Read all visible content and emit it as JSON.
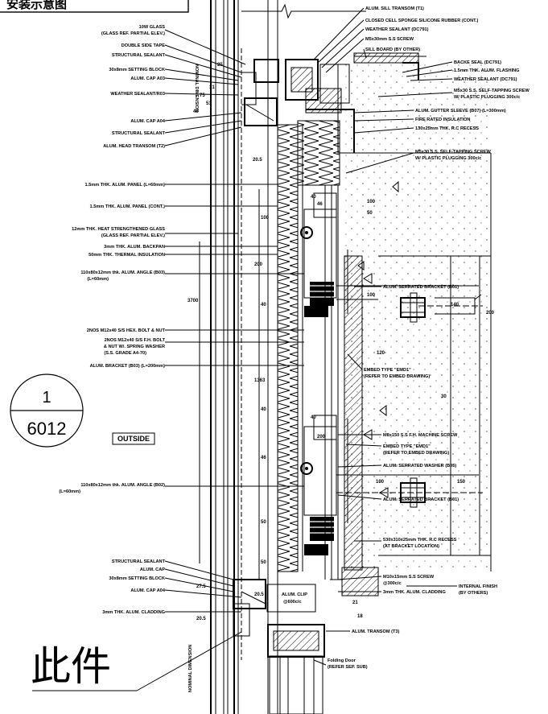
{
  "title_fragment": "安装示意图",
  "outside_label": "OUTSIDE",
  "detail_ref": {
    "number": "1",
    "sheet": "6012"
  },
  "part_label": "此件",
  "left_labels": [
    "10W GLASS",
    "(GLASS REF. PARTIAL ELEV.)",
    "DOUBLE SIDE TAPE",
    "STRUCTURAL SEALANT",
    "30x8mm SETTING BLOCK",
    "ALUM. CAP A03",
    "WEATHER SEALANT/R03",
    "ALUM. CAP A04",
    "STRUCTURAL SEALANT",
    "ALUM. HEAD TRANSOM (T2)",
    "1.5mm THK. ALUM. PANEL (L=60mm)",
    "1.5mm THK. ALUM. PANEL (CONT.)",
    "12mm THK. HEAT STRENGTHENED GLASS",
    "(GLASS REF. PARTIAL ELEV.)",
    "3mm THK. ALUM. BACKPAN",
    "50mm THK. THERMAL INSULATION",
    "110x80x12mm thk. ALUM. ANGLE (B03)",
    "(L=60mm)",
    "2NOS M12x40 S/S HEX. BOLT & NUT",
    "2NOS M12x40 S/S F.H. BOLT",
    "& NUT W/. SPRING WASHER",
    "(S.S. GRADE A4-70)",
    "ALUM. BRACKET (B03) (L=200mm)",
    "110x80x12mm thk. ALUM. ANGLE (B02)",
    "(L=60mm)",
    "STRUCTURAL SEALANT",
    "ALUM. CAP",
    "30x8mm SETTING BLOCK",
    "ALUM. CAP A04",
    "3mm THK. ALUM. CLADDING"
  ],
  "right_labels": [
    "ALUM. SILL TRANSOM (T1)",
    "CLOSED CELL SPONGE SILICONE RUBBER (CONT.)",
    "WEATHER SEALANT (DC791)",
    "M5x30mm S.S SCREW",
    "SILL BOARD (BY OTHER)",
    "BACKE SEAL (DC791)",
    "1.5mm THK. ALUM. FLASHING",
    "WEATHER SEALANT (DC791)",
    "M5x30 S.S. SELF-TAPPING SCREW",
    "W/ PLASTIC PLUGGING 300c/c",
    "ALUM. GUTTER SLEEVE (B07) (L=300mm)",
    "FIRE RATED INSULATION",
    "130x25mm THK. R.C RECESS",
    "M5x30 S.S. SELF-TAPPING SCREW",
    "W/ PLASTIC PLUGGING 300c/c",
    "ALUM. SERRATED BRACKET (B01)",
    "EMBED TYPE \"EMD1\"",
    "(REFER TO EMBED DRAWING)",
    "M8x150 S.S F.H. MACHINE SCREW",
    "EMBED TYPE \"EMD1\"",
    "(REFER TO EMBED DRAWING)",
    "ALUM. SERRATED WASHER (B05)",
    "ALUM. SERRATED BRACKET (B01)",
    "530x310x25mm THK. R.C RECESS",
    "(AT BRACKET LOCATION)",
    "M10x15mm S.S SCREW",
    "@300c/c",
    "3mm THK. ALUM. CLADDING",
    "INTERNAL FINISH",
    "(BY OTHERS)",
    "ALUM. TRANSOM (T3)",
    "Folding Door",
    "(REFER SEP. SUB)"
  ],
  "center_labels": [
    "ALUM. CLIP",
    "@600c/c"
  ],
  "dimensions": [
    "100",
    "100",
    "40",
    "46",
    "40",
    "200",
    "40",
    "46",
    "40",
    "200",
    "100",
    "1363",
    "3700",
    "50",
    "50",
    "140",
    "120",
    "20.5",
    "20.5",
    "20.5",
    "27.5",
    "40",
    "75",
    "21",
    "50",
    "30",
    "100",
    "200",
    "25",
    "51",
    "31",
    "18",
    "150"
  ],
  "side_texts": [
    "NOMINAL DIMENSION",
    "NOMINAL DIMENSION"
  ]
}
